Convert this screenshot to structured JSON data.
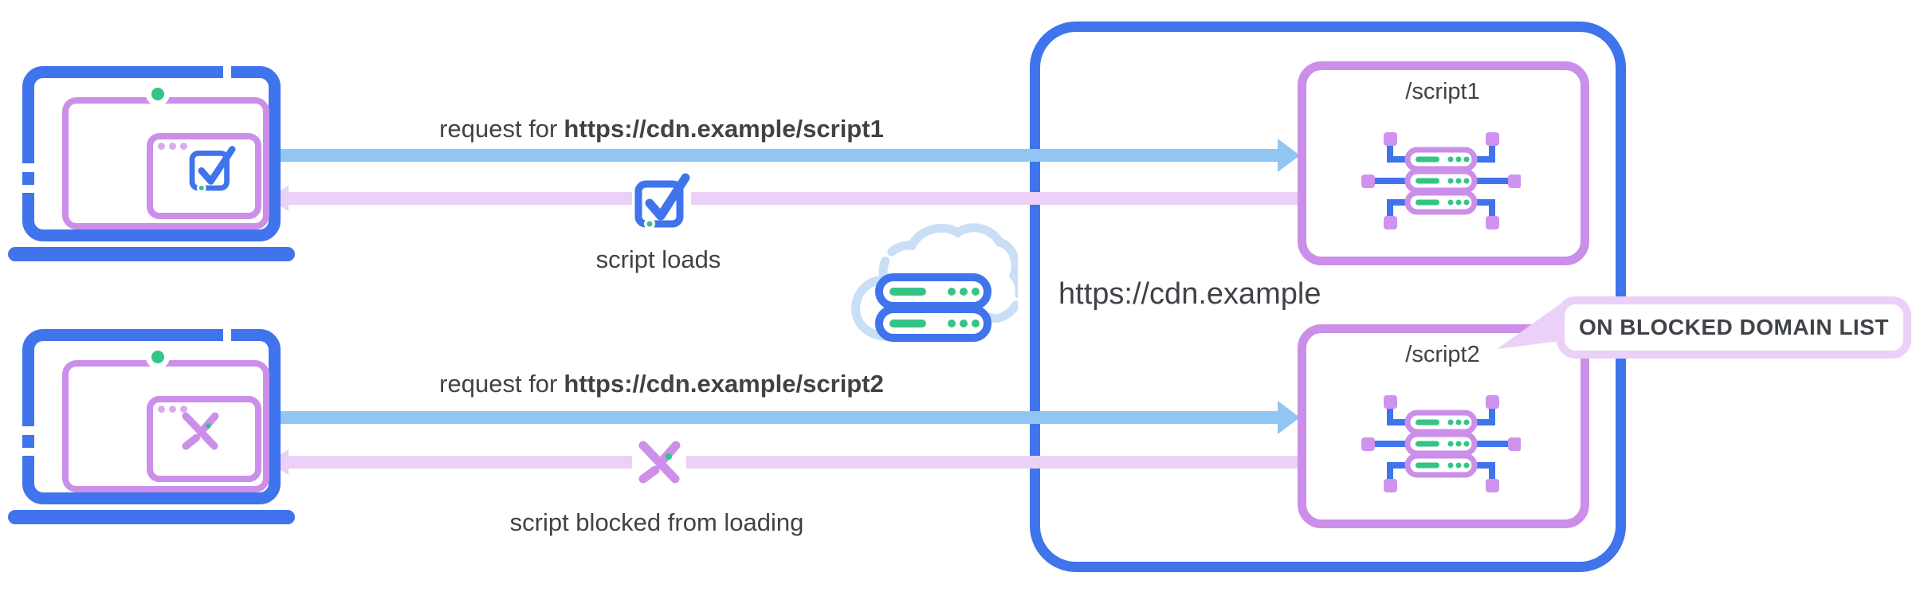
{
  "diagram": {
    "cdn_label": "https://cdn.example",
    "callout_text": "ON BLOCKED DOMAIN LIST",
    "flows": [
      {
        "request_prefix": "request for",
        "request_url": "https://cdn.example/script1",
        "result": "script loads",
        "endpoint": "/script1"
      },
      {
        "request_prefix": "request for",
        "request_url": "https://cdn.example/script2",
        "result": "script blocked from loading",
        "endpoint": "/script2"
      }
    ],
    "colors": {
      "blue": "#3f74ec",
      "light_blue_arrow": "#92c6f2",
      "purple": "#cb8fe9",
      "lavender": "#ebd0f7",
      "green": "#34c485",
      "cloud_blue": "#c8dff5",
      "text": "#3f4347"
    }
  }
}
